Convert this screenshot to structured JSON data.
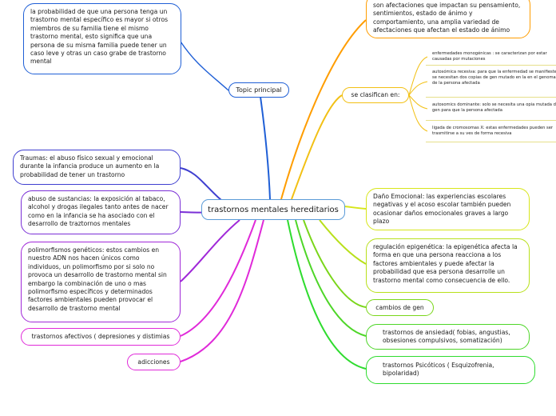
{
  "central": {
    "label": "trastornos mentales hereditarios"
  },
  "topic": {
    "label": "Topic principal"
  },
  "left_nodes": {
    "topic_desc": "la probabilidad de que una persona tenga un trastorno mental específico es mayor si otros miembros de su familia tiene el mismo trastorno mental, esto significa que una persona de su misma familia puede tener un caso leve y otras un caso grabe de trastorno mental",
    "traumas": "Traumas: el abuso físico sexual y emocional durante la infancia produce  un aumento en la probabilidad de tener un trastorno",
    "sustancias": "abuso de sustancias: la exposición al tabaco, alcohol y drogas ilegales tanto antes de nacer como en la infancia se ha asociado con el desarrollo de traztornos mentales",
    "polimorfismos": "polimorfismos genéticos: estos cambios en nuestro ADN nos hacen únicos como individuos, un polimorfismo por si solo no provoca un desarrollo de trastorno mental sin embargo la combinación de uno o mas polimorfismo específicos y determinados factores ambientales pueden provocar el desarrollo de trastorno mental",
    "afectivos": "trastornos afectivos ( depresiones y distimias",
    "adicciones": "adicciones"
  },
  "right_nodes": {
    "afecciones": "son afectaciones que impactan su pensamiento, sentimientos, estado de ánimo y comportamiento, una amplia variedad de afectaciones que afectan el estado de ánimo",
    "clasifican": "se clasifican en:",
    "dano": "Daño Emocional: las experiencias escolares negativas y el acoso escolar también pueden ocasionar daños emocionales graves a largo plazo",
    "epigenetica": "regulación epigenética:  la epigenética afecta la forma en que una persona reacciona a los factores ambientales y puede afectar la probabilidad que esa persona desarrolle un trastorno mental como consecuencia de ello.",
    "cambios": "cambios de gen",
    "ansiedad": "trastornos de ansiedad( fobias, angustias, obsesiones compulsivos, somatización)",
    "psicoticos": "trastornos Psicóticos ( Esquizofrenia, bipolaridad)"
  },
  "classifications": [
    "enfermedades monogénicas : se caracterizan por estar causadas por mutaciones",
    "autosómica recesiva: para que la enfermedad se manifieste se necesitan dos copias de gen mutado en la en el genoma de la persona afectada",
    "autosomics dominante: solo se necesita una opia mutada del gen para que la persona afectada",
    "ligada de cromosomas X: estas enfermedades pueden ser trasmitirse a su ves de forma recesiva"
  ],
  "colors": {
    "central": "#5a9bd8",
    "blue": "#1f5fd6",
    "indigo": "#3f3fd0",
    "purple": "#7a2fd6",
    "magenta": "#e02ad9",
    "orange": "#ff9d00",
    "yellow": "#f2c014",
    "lime": "#d7e61a",
    "green": "#7ad61a",
    "brightgreen": "#2fdc2f"
  }
}
